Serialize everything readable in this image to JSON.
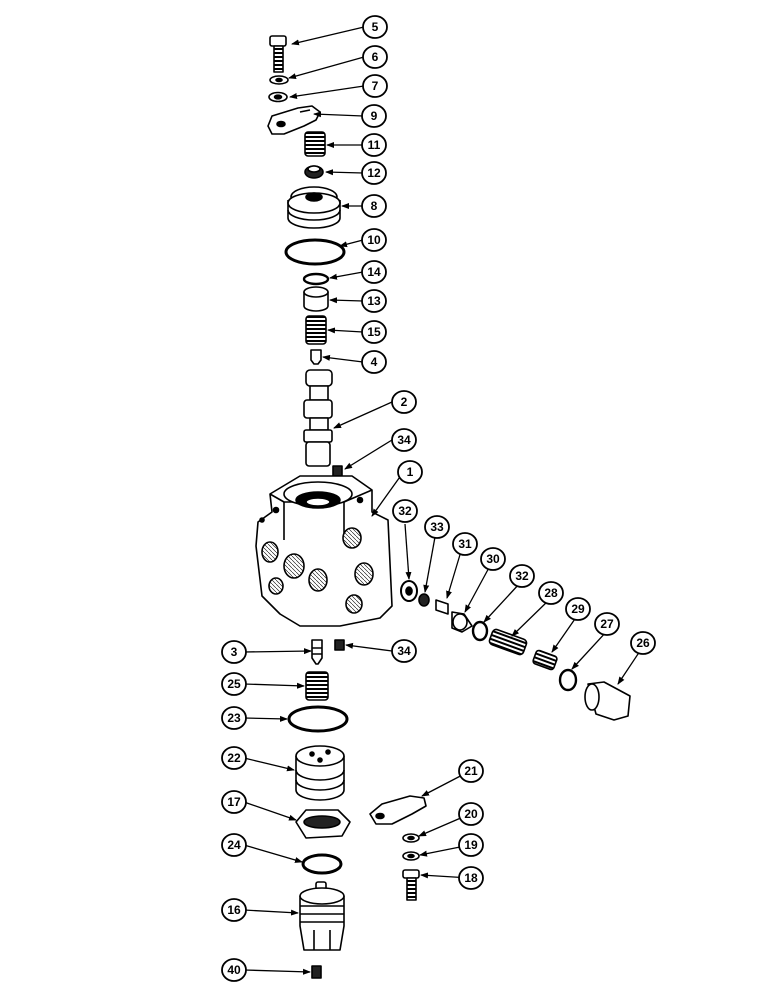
{
  "diagram": {
    "colors": {
      "ink": "#000000",
      "paper": "#ffffff",
      "shade": "#8a8a8a",
      "light": "#e6e6e6"
    },
    "callouts": [
      {
        "id": "c5",
        "label": "5"
      },
      {
        "id": "c6",
        "label": "6"
      },
      {
        "id": "c7",
        "label": "7"
      },
      {
        "id": "c9",
        "label": "9"
      },
      {
        "id": "c11",
        "label": "11"
      },
      {
        "id": "c12",
        "label": "12"
      },
      {
        "id": "c8",
        "label": "8"
      },
      {
        "id": "c10",
        "label": "10"
      },
      {
        "id": "c14",
        "label": "14"
      },
      {
        "id": "c13",
        "label": "13"
      },
      {
        "id": "c15",
        "label": "15"
      },
      {
        "id": "c4",
        "label": "4"
      },
      {
        "id": "c2",
        "label": "2"
      },
      {
        "id": "c34a",
        "label": "34"
      },
      {
        "id": "c1",
        "label": "1"
      },
      {
        "id": "c32a",
        "label": "32"
      },
      {
        "id": "c33",
        "label": "33"
      },
      {
        "id": "c31",
        "label": "31"
      },
      {
        "id": "c30",
        "label": "30"
      },
      {
        "id": "c32b",
        "label": "32"
      },
      {
        "id": "c28",
        "label": "28"
      },
      {
        "id": "c29",
        "label": "29"
      },
      {
        "id": "c27",
        "label": "27"
      },
      {
        "id": "c26",
        "label": "26"
      },
      {
        "id": "c3",
        "label": "3"
      },
      {
        "id": "c34b",
        "label": "34"
      },
      {
        "id": "c25",
        "label": "25"
      },
      {
        "id": "c23",
        "label": "23"
      },
      {
        "id": "c22",
        "label": "22"
      },
      {
        "id": "c21",
        "label": "21"
      },
      {
        "id": "c17",
        "label": "17"
      },
      {
        "id": "c20",
        "label": "20"
      },
      {
        "id": "c24",
        "label": "24"
      },
      {
        "id": "c19",
        "label": "19"
      },
      {
        "id": "c18",
        "label": "18"
      },
      {
        "id": "c16",
        "label": "16"
      },
      {
        "id": "c40",
        "label": "40"
      }
    ]
  }
}
